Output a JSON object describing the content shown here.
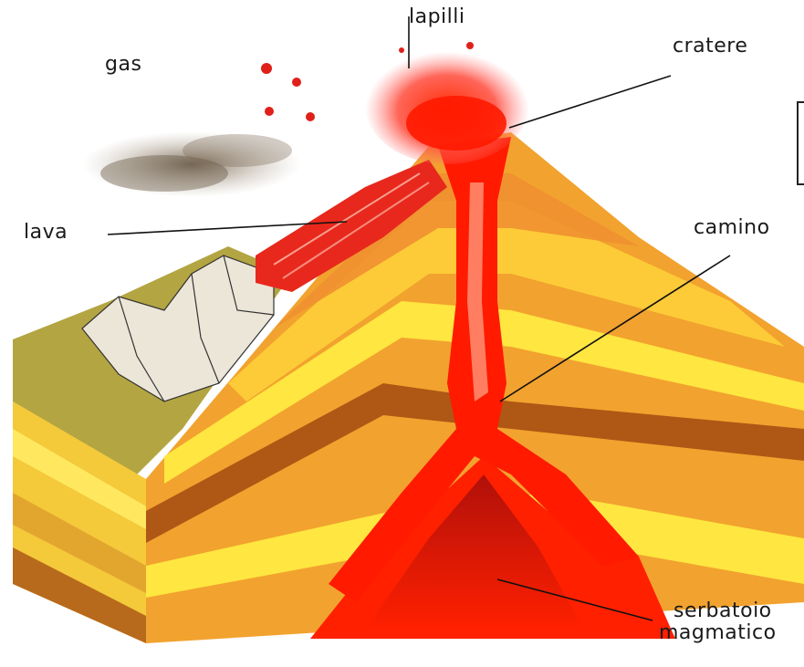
{
  "labels": {
    "lapilli": "lapilli",
    "gas": "gas",
    "cratere": "cratere",
    "lava": "lava",
    "camino": "camino",
    "serbatoio_line1": "serbatoio",
    "serbatoio_line2": "magmatico"
  },
  "colors": {
    "magma": "#ff1a00",
    "magma_dark": "#c40f00",
    "layer_yellow": "#ffe640",
    "layer_orange": "#f2a22e",
    "layer_brown": "#a34a10",
    "ground_green": "#b8a640",
    "smoke": "#8a7a66",
    "line": "#111111"
  }
}
